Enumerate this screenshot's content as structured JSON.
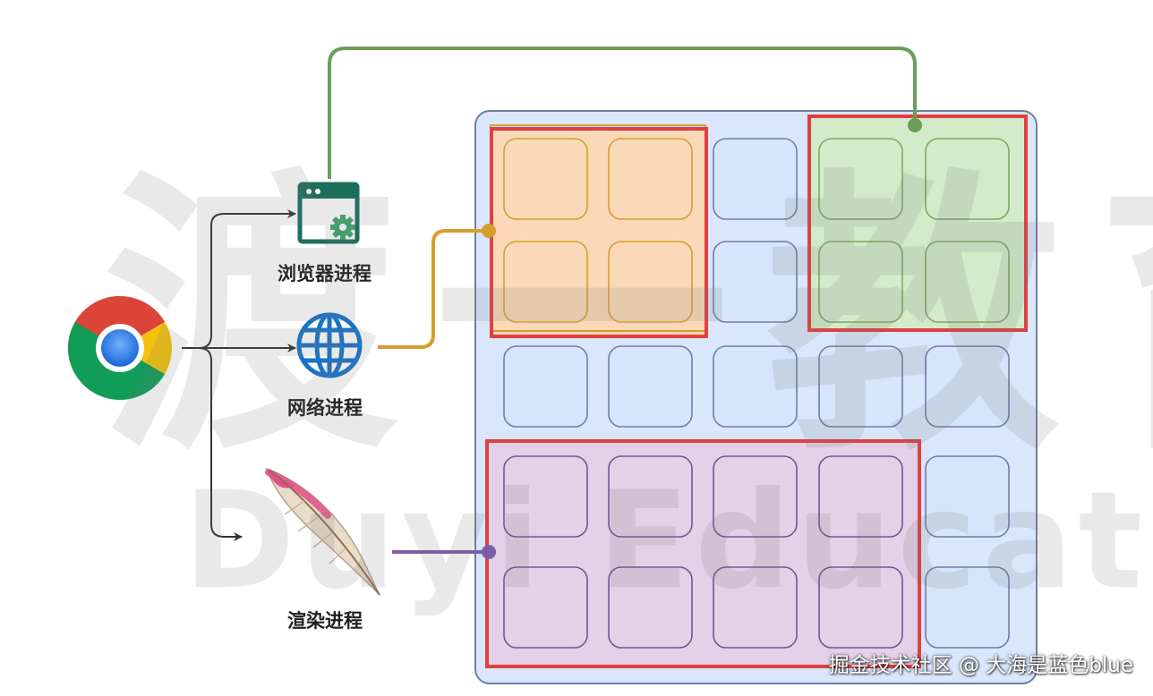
{
  "processes": {
    "browser": {
      "label": "浏览器进程",
      "icon": "browser-window-gear-icon",
      "color": "#6a9f58"
    },
    "network": {
      "label": "网络进程",
      "icon": "globe-icon",
      "color": "#d69e2e"
    },
    "renderer": {
      "label": "渲染进程",
      "icon": "feather-icon",
      "color": "#7b5ea7"
    }
  },
  "root_icon": "chrome-logo-icon",
  "memory_grid": {
    "rows": 5,
    "cols": 5,
    "regions": [
      {
        "name": "network-region",
        "fill": "#fbd9b8",
        "border": "#d2a030"
      },
      {
        "name": "browser-region",
        "fill": "#d3ebc9",
        "border": "#7ea866"
      },
      {
        "name": "renderer-region",
        "fill": "#e4d0e7",
        "border": "#6c5a8e"
      }
    ],
    "highlight_color": "#e04040",
    "block_fill": "#d6e5fb",
    "panel_fill": "#d9e6fb"
  },
  "watermark": {
    "chinese": "渡一教育",
    "english": "Duyi Education"
  },
  "footer": {
    "credit": "掘金技术社区 @ 大海是蓝色blue"
  }
}
